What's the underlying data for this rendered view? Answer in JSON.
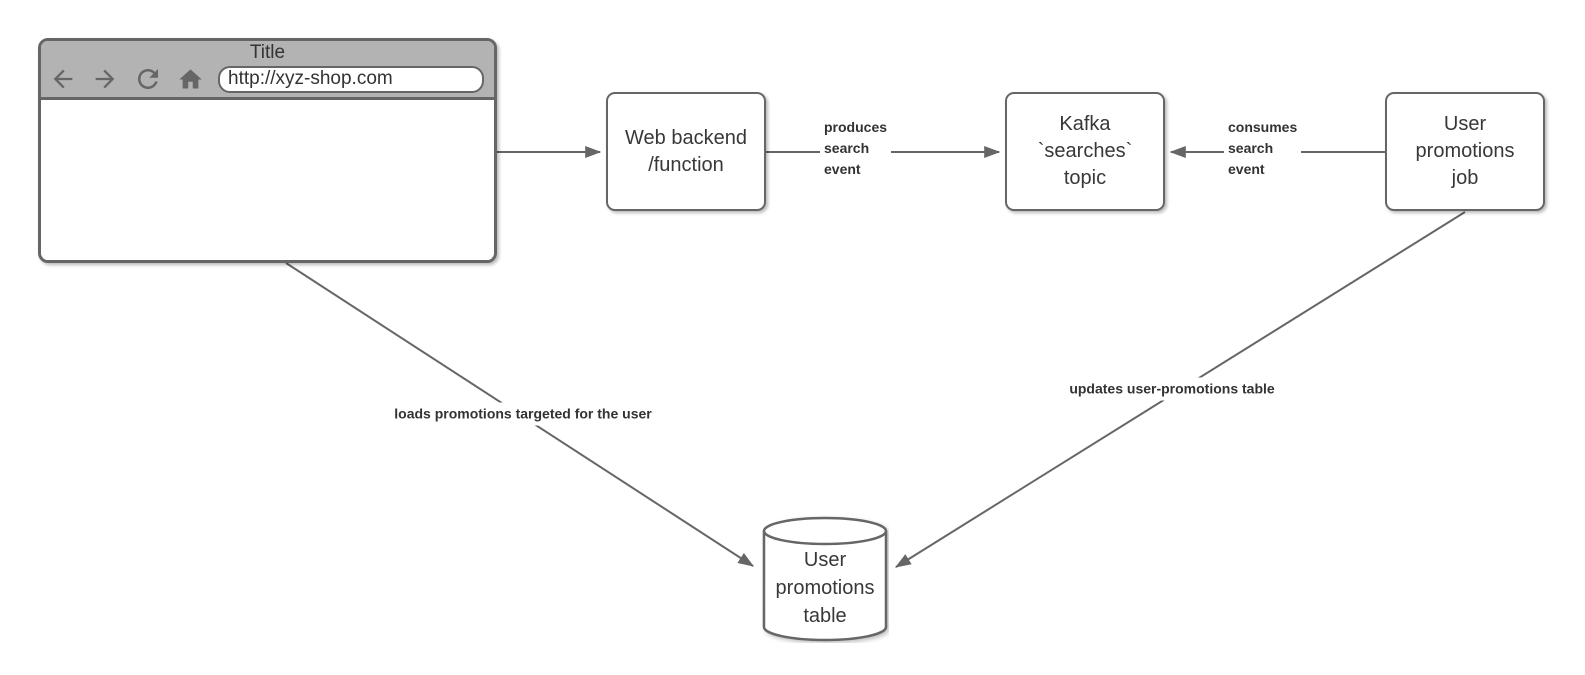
{
  "diagram": {
    "browser": {
      "title": "Title",
      "url": "http://xyz-shop.com",
      "icons": {
        "back": "left-arrow",
        "forward": "right-arrow",
        "refresh": "circular-arrow",
        "home": "house"
      }
    },
    "nodes": {
      "web_backend": {
        "label": "Web backend\n/function"
      },
      "kafka_topic": {
        "label": "Kafka\n`searches`\ntopic"
      },
      "user_promotions_job": {
        "label": "User\npromotions\njob"
      },
      "user_promotions_table": {
        "label": "User\npromotions\ntable"
      }
    },
    "edges": {
      "produces": {
        "label": "produces\nsearch\nevent"
      },
      "consumes": {
        "label": "consumes\nsearch\nevent"
      },
      "loads": {
        "label": "loads promotions targeted for the user"
      },
      "updates": {
        "label": "updates user-promotions table"
      }
    },
    "colors": {
      "stroke": "#666666",
      "text": "#333333",
      "chrome": "#b3b3b3"
    }
  }
}
